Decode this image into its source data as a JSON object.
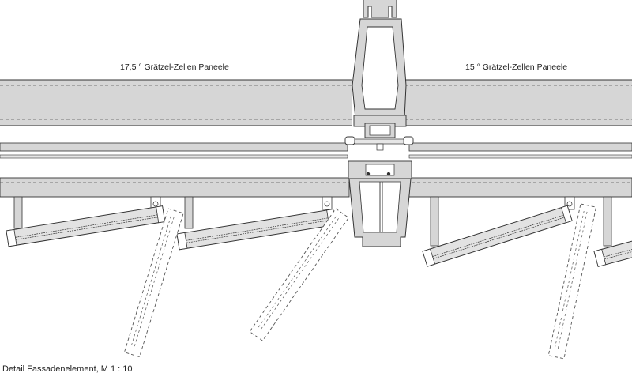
{
  "labels": {
    "left_panel": "17,5 ° Grätzel-Zellen Paneele",
    "right_panel": "15 ° Grätzel-Zellen Paneele"
  },
  "caption": "Detail Fassadenelement, M 1 : 10",
  "colors": {
    "panel_fill": "#d6d6d6",
    "line": "#333333",
    "dash": "#555555",
    "background": "#ffffff"
  },
  "elements": {
    "panel_angle_left_deg": 17.5,
    "panel_angle_right_deg": 15
  }
}
